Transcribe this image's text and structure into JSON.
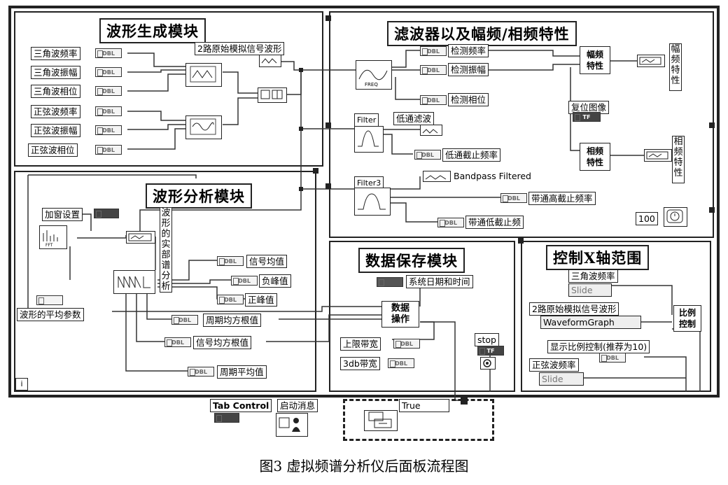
{
  "modules": {
    "gen": "波形生成模块",
    "filter": "滤波器以及幅频/相频特性",
    "analysis": "波形分析模块",
    "save": "数据保存模块",
    "xaxis": "控制X轴范围"
  },
  "gen_inputs": [
    "三角波频率",
    "三角波振幅",
    "三角波相位",
    "正弦波频率",
    "正弦波振幅",
    "正弦波相位"
  ],
  "dbl": "DBL",
  "tf": "TF",
  "gen_output": "2路原始模拟信号波形",
  "filter_labels": {
    "detect_freq": "检测频率",
    "detect_amp": "检测振幅",
    "detect_phase": "检测相位",
    "amp_node": "幅频特性",
    "amp_out": "幅频特性",
    "reset": "复位图像",
    "phase_node": "相频特性",
    "phase_out": "相频特性",
    "filter1": "Filter",
    "lowpass": "低通滤波",
    "lowpass_cutoff": "低通截止频率",
    "bandpass": "Bandpass Filtered",
    "filter3": "Filter3",
    "bp_high": "带通高截止频率",
    "bp_low": "带通低截止频",
    "wait_ms": "100"
  },
  "analysis_labels": {
    "window": "加窗设置",
    "spectrum": "波形的实部谱分析",
    "mean": "信号均值",
    "neg_peak": "负峰值",
    "pos_peak": "正峰值",
    "period_rms": "周期均方根值",
    "rms": "信号均方根值",
    "period_mean": "周期平均值",
    "avg_params": "波形的平均参数"
  },
  "save_labels": {
    "datetime": "系统日期和时间",
    "data_op": "数据操作",
    "upper_bw": "上限带宽",
    "bw3db": "3db带宽",
    "stop": "stop"
  },
  "xaxis_labels": {
    "tri_freq": "三角波频率",
    "slide1": "Slide",
    "waveform": "2路原始模拟信号波形",
    "waveform_graph": "WaveformGraph",
    "ratio_node": "比例控制",
    "ratio_ctrl": "显示比例控制(推荐为10)",
    "sine_freq": "正弦波频率",
    "slide2": "Slide"
  },
  "bottom": {
    "tab_control": "Tab Control",
    "startup": "启动消息",
    "case_true": "True",
    "loop_index": "i"
  },
  "caption": "图3   虚拟频谱分析仪后面板流程图"
}
